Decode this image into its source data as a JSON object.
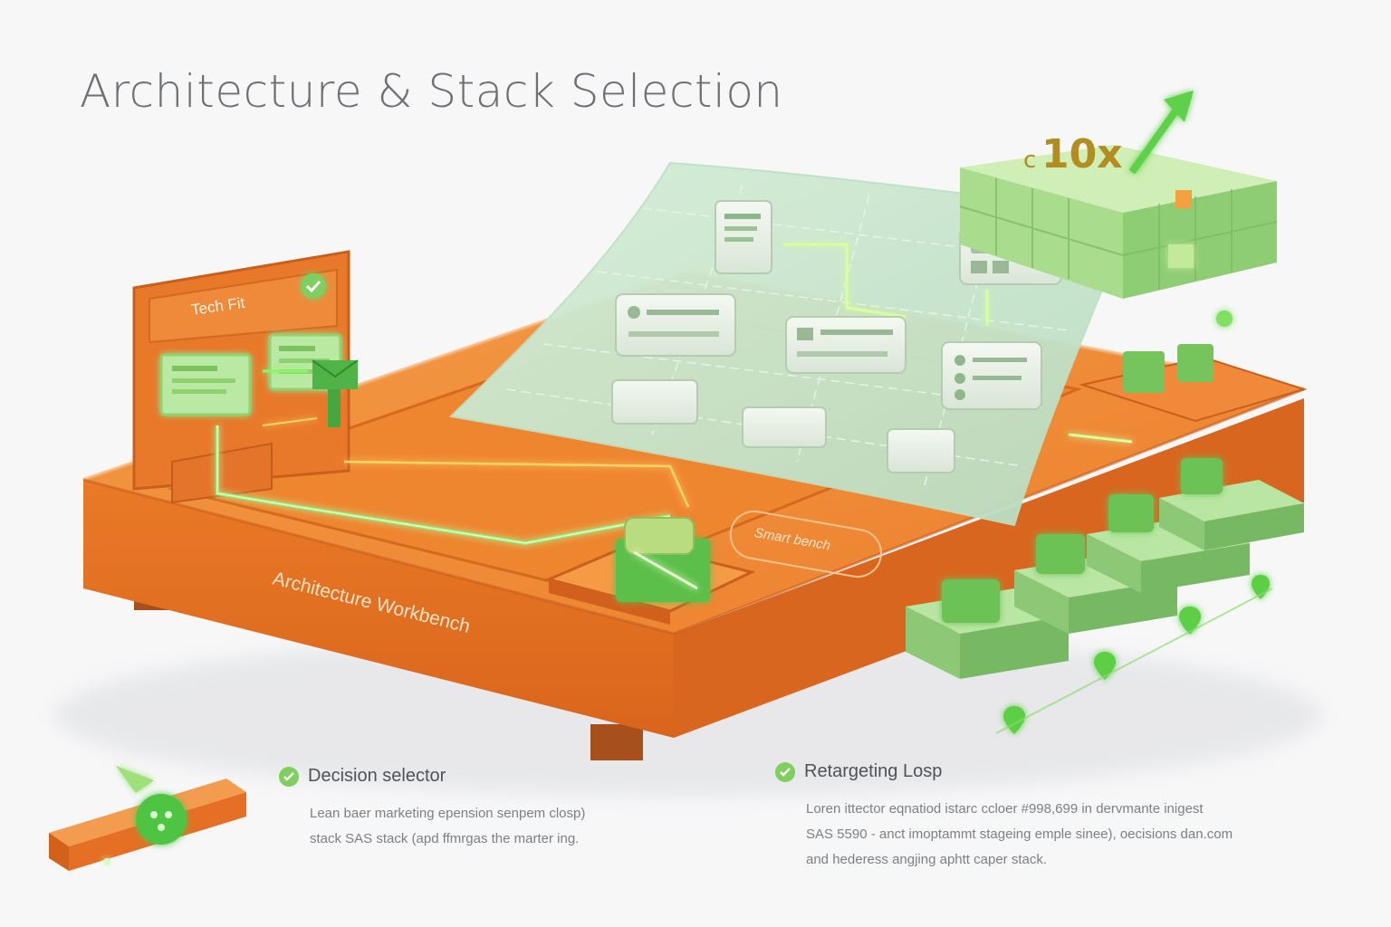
{
  "page": {
    "title": "Architecture & Stack Selection"
  },
  "workbench": {
    "label": "Architecture Workbench",
    "panel_label": "Tech Fit",
    "chip_label": "Smart bench"
  },
  "growth_badge": {
    "multiplier": "10x",
    "prefix": "c"
  },
  "captions": [
    {
      "title": "Decision selector",
      "lines": [
        "Lean baer marketing epension senpem closp)",
        "stack SAS stack (apd ffmrgas the marter ing."
      ]
    },
    {
      "title": "Retargeting Losp",
      "lines": [
        "Loren ittector eqnatiod istarc ccloer #998,699 in dervmante inigest",
        "SAS 5590 - anct imoptammt stageing emple sinee), oecisions dan.com",
        "and hederess angjing aphtt caper stack."
      ]
    }
  ],
  "colors": {
    "orange_top": "#f08a35",
    "orange_side": "#e06d1e",
    "orange_dark": "#b9541b",
    "green_accent": "#74d65a",
    "green_glow": "#9ef07a",
    "blueprint": "#cde9d0",
    "text_gray": "#6d6f73"
  },
  "icons": [
    "check-icon",
    "arrow-up-icon",
    "location-pin-icon",
    "envelope-icon",
    "chart-bar-icon"
  ]
}
